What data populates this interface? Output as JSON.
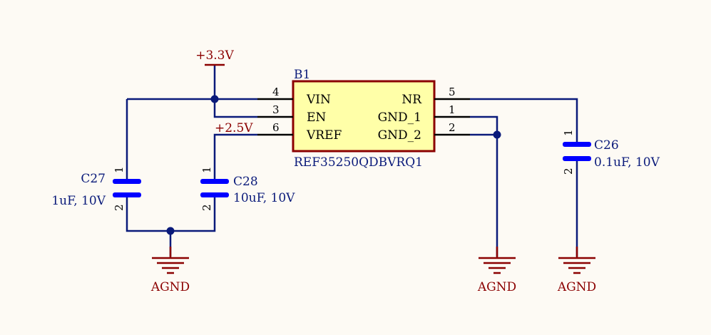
{
  "colors": {
    "wire": "#0a1a7a",
    "power": "#8b0000",
    "component_label": "#0a1a7a",
    "capacitor": "#0000ff",
    "ic_fill": "#ffffa8",
    "ic_border": "#8b0000",
    "background": "#fdfaf4"
  },
  "ic": {
    "designator": "B1",
    "part_number": "REF35250QDBVRQ1",
    "pins_left": [
      {
        "number": "4",
        "name": "VIN"
      },
      {
        "number": "3",
        "name": "EN"
      },
      {
        "number": "6",
        "name": "VREF"
      }
    ],
    "pins_right": [
      {
        "number": "5",
        "name": "NR"
      },
      {
        "number": "1",
        "name": "GND_1"
      },
      {
        "number": "2",
        "name": "GND_2"
      }
    ]
  },
  "capacitors": [
    {
      "designator": "C27",
      "value": "1uF, 10V",
      "pin1": "1",
      "pin2": "2"
    },
    {
      "designator": "C28",
      "value": "10uF, 10V",
      "pin1": "1",
      "pin2": "2"
    },
    {
      "designator": "C26",
      "value": "0.1uF, 10V",
      "pin1": "1",
      "pin2": "2"
    }
  ],
  "nets": {
    "supply": "+3.3V",
    "reference": "+2.5V"
  },
  "grounds": [
    "AGND",
    "AGND",
    "AGND"
  ]
}
